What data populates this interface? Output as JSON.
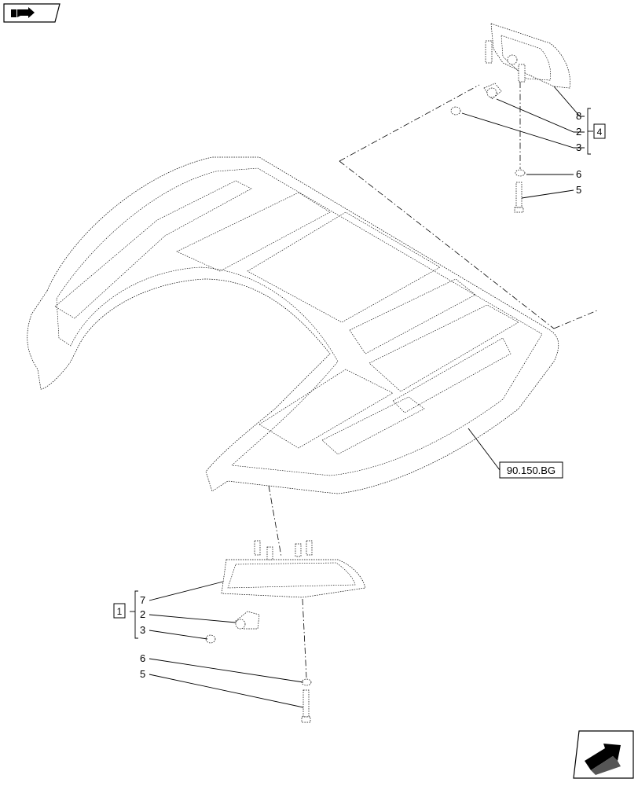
{
  "nav": {
    "back_icon": "hand-pointer-icon",
    "forward_icon": "next-arrow-icon"
  },
  "reference_label": "90.150.BG",
  "group_top": {
    "box_number": "4",
    "items": [
      "8",
      "2",
      "3"
    ]
  },
  "group_bottom": {
    "box_number": "1",
    "items": [
      "7",
      "2",
      "3"
    ]
  },
  "callouts_top": [
    "6",
    "5"
  ],
  "callouts_bottom": [
    "6",
    "5"
  ]
}
